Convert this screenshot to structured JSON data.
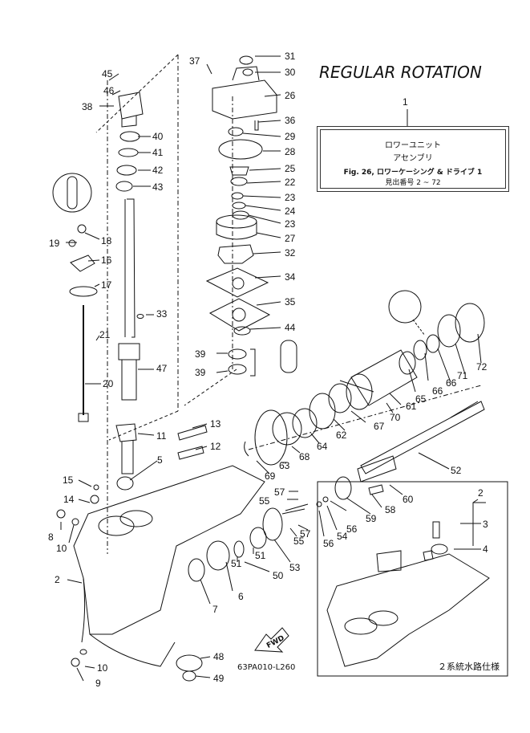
{
  "header": {
    "title": "REGULAR ROTATION"
  },
  "callout": {
    "ref": "1",
    "line1": "ロワーユニット",
    "line2": "アセンブリ",
    "line3": "Fig. 26, ロワーケーシング & ドライブ 1",
    "line4": "見出番号 2 ~ 72"
  },
  "footer": {
    "diagram_code": "63PA010-L260",
    "inset_note": "２系統水路仕様",
    "fwd_label": "FWD"
  },
  "part_numbers": [
    "45",
    "46",
    "38",
    "40",
    "41",
    "42",
    "43",
    "18",
    "19",
    "16",
    "17",
    "21",
    "20",
    "33",
    "47",
    "37",
    "31",
    "30",
    "26",
    "36",
    "29",
    "28",
    "25",
    "22",
    "23",
    "24",
    "23",
    "27",
    "32",
    "34",
    "35",
    "44",
    "39",
    "39",
    "11",
    "13",
    "12",
    "5",
    "15",
    "14",
    "8",
    "10",
    "2",
    "10",
    "9",
    "48",
    "49",
    "6",
    "7",
    "51",
    "51",
    "50",
    "53",
    "55",
    "57",
    "57",
    "55",
    "56",
    "56",
    "54",
    "59",
    "58",
    "60",
    "52",
    "63",
    "69",
    "68",
    "64",
    "62",
    "67",
    "70",
    "61",
    "65",
    "66",
    "66",
    "71",
    "72",
    "2",
    "3",
    "4",
    "1"
  ]
}
